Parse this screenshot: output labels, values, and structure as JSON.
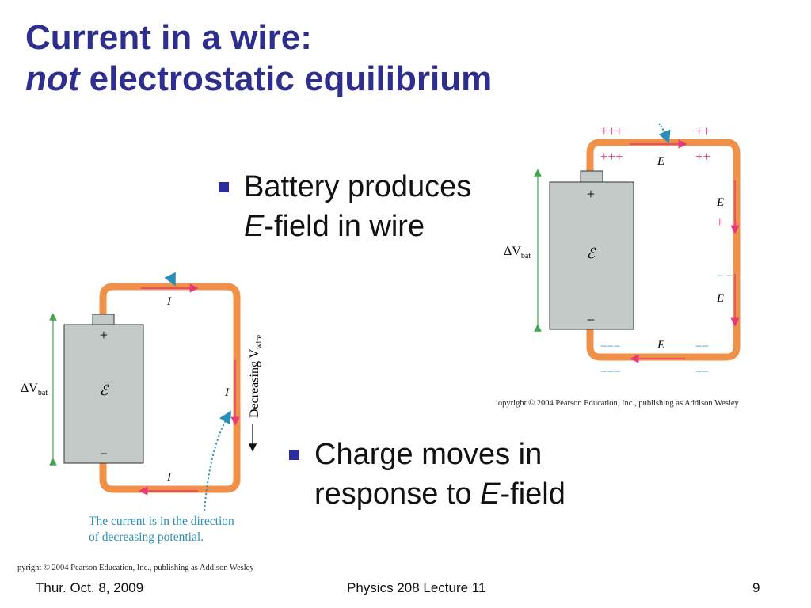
{
  "title": {
    "line1": "Current in a wire:",
    "line2_italic": "not",
    "line2_rest": " electrostatic equilibrium"
  },
  "bullets": [
    {
      "pre": "Battery produces",
      "italic": "E",
      "post": "-field in wire"
    },
    {
      "pre": "Charge moves in",
      "pre2": "response to ",
      "italic": "E",
      "post": "-field"
    }
  ],
  "figure_left": {
    "plus": "+",
    "minus": "−",
    "emf": "ℰ",
    "delta_v": "ΔV",
    "delta_v_sub": "bat",
    "current_label": "I",
    "decreasing_label": "Decreasing V",
    "decreasing_sub": "wire",
    "caption_line1": "The current is in the direction",
    "caption_line2": "of decreasing potential.",
    "copyright": "pyright © 2004 Pearson Education, Inc., publishing as Addison Wesley"
  },
  "figure_right": {
    "plus": "+",
    "minus": "−",
    "emf": "ℰ",
    "delta_v": "ΔV",
    "delta_v_sub": "bat",
    "field_label": "E",
    "top_outer_left": "+++",
    "top_outer_right": "++",
    "top_inner_left": "+++",
    "top_inner_right": "++",
    "right_plus": "++",
    "right_minus": "− −",
    "bottom_inner_left": "−−−",
    "bottom_inner_right": "−−",
    "bottom_outer_left": "−−−",
    "bottom_outer_right": "−−",
    "copyright": ":opyright © 2004 Pearson Education, Inc., publishing as Addison Wesley"
  },
  "footer": {
    "date": "Thur. Oct. 8, 2009",
    "course": "Physics 208 Lecture 11",
    "page": "9"
  },
  "colors": {
    "title": "#2e2e8e",
    "bullet": "#2b2b9f",
    "wire": "#f0914a",
    "battery": "#c3cac8",
    "arrow": "#e8387a",
    "green": "#3fa84b",
    "caption": "#2a8fb8"
  }
}
